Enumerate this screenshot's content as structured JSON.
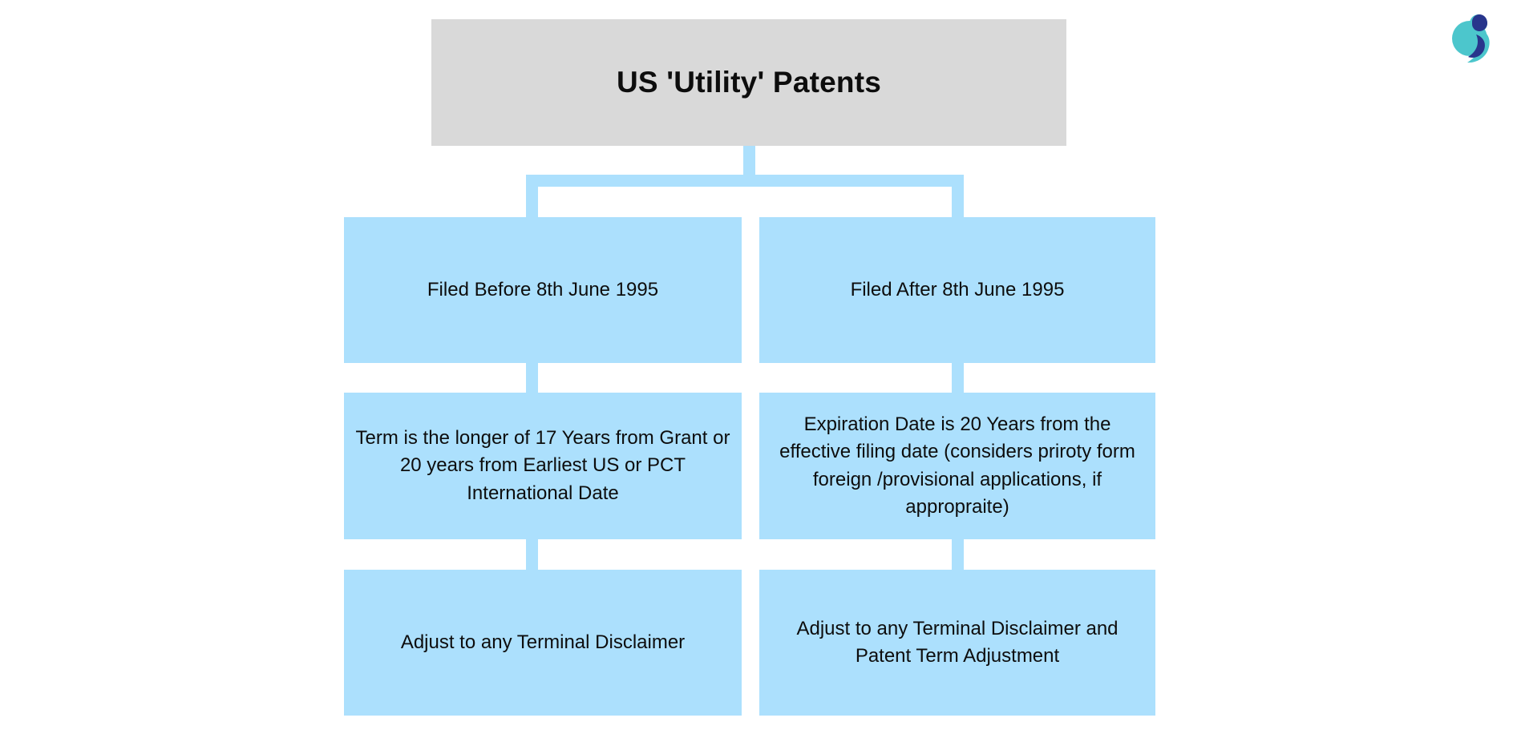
{
  "diagram": {
    "title": "US 'Utility' Patents",
    "colors": {
      "title_box": "#d9d9d9",
      "node_box": "#ace0fd",
      "connector": "#ace0fd",
      "text": "#0d0d0d",
      "background": "#ffffff",
      "logo_teal": "#4cc6cc",
      "logo_navy": "#28358c"
    },
    "branches": [
      {
        "id": "before-1995",
        "condition": "Filed Before 8th June 1995",
        "term": "Term is the longer of 17 Years from Grant or 20 years from Earliest US or PCT International Date",
        "adjustment": "Adjust to any Terminal Disclaimer"
      },
      {
        "id": "after-1995",
        "condition": "Filed After 8th June 1995",
        "term": "Expiration Date is 20 Years from the effective filing date (considers priroty form foreign /provisional applications, if appropraite)",
        "adjustment": "Adjust to any Terminal Disclaimer and Patent Term Adjustment"
      }
    ]
  },
  "logo": {
    "name": "brand-logo"
  }
}
